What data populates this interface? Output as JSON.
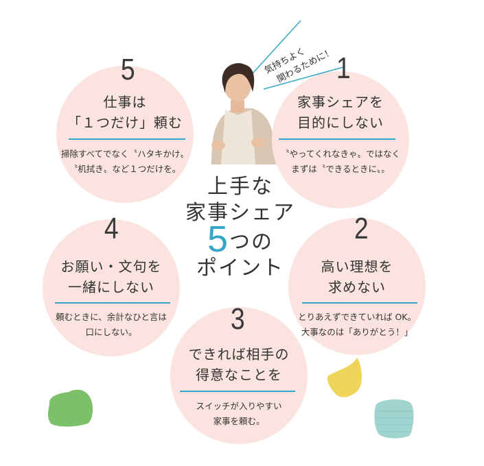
{
  "center": {
    "line1": "上手な",
    "line2": "家事シェア",
    "five": "5",
    "line3_suffix": "つの",
    "line4": "ポイント"
  },
  "speech": {
    "line1": "気持ちよく",
    "line2": "関わるために！"
  },
  "points": [
    {
      "number": "1",
      "title1": "家事シェアを",
      "title2": "目的にしない",
      "desc1": "〝やってくれなきゃ〟ではなく",
      "desc2": "まずは〝できるときに〟。"
    },
    {
      "number": "2",
      "title1": "高い理想を",
      "title2": "求めない",
      "desc1": "とりあえずできていれば OK。",
      "desc2": "大事なのは「ありがとう！」"
    },
    {
      "number": "3",
      "title1": "できれば相手の",
      "title2": "得意なことを",
      "desc1": "スイッチが入りやすい",
      "desc2": "家事を頼む。"
    },
    {
      "number": "4",
      "title1": "お願い・文句を",
      "title2": "一緒にしない",
      "desc1": "頼むときに、余計なひと言は",
      "desc2": "口にしない。"
    },
    {
      "number": "5",
      "title1": "仕事は",
      "title2": "「１つだけ」頼む",
      "desc1": "掃除すべてでなく〝ハタキかけ〟",
      "desc2": "〝机拭き〟など１つだけを。"
    }
  ],
  "colors": {
    "circle": "#fbe3df",
    "accent": "#35a6c6",
    "green_blob": "#7cc06a",
    "yellow_blob": "#eed55a",
    "teal_blob": "#9fd4cf"
  }
}
